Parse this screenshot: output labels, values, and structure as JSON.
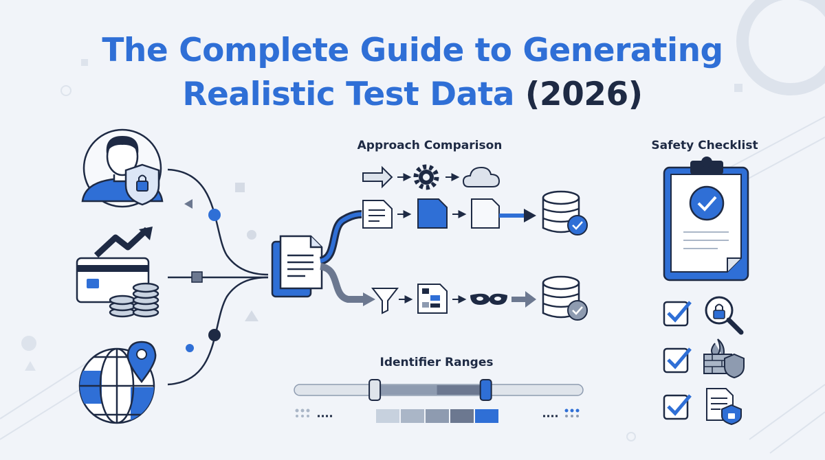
{
  "title": {
    "line1": "The Complete Guide to Generating",
    "line2_main": "Realistic Test Data",
    "line2_year": "(2026)"
  },
  "sections": {
    "approach_comparison": "Approach Comparison",
    "safety_checklist": "Safety Checklist",
    "identifier_ranges": "Identifier Ranges"
  },
  "sources": [
    {
      "icon": "user-shield-icon"
    },
    {
      "icon": "payment-card-growth-icon"
    },
    {
      "icon": "globe-location-icon"
    }
  ],
  "approach_rows": [
    {
      "steps": [
        "arrow-icon",
        "gear-icon",
        "cloud-icon"
      ]
    },
    {
      "steps": [
        "document-icon",
        "filled-document-icon",
        "light-document-icon",
        "database-check-icon"
      ]
    },
    {
      "steps": [
        "funnel-icon",
        "grid-document-icon",
        "mask-icon",
        "database-check-icon"
      ]
    }
  ],
  "checklist": [
    {
      "checked": true,
      "icon": "magnifier-lock-icon"
    },
    {
      "checked": true,
      "icon": "firewall-shield-icon"
    },
    {
      "checked": true,
      "icon": "document-lock-icon"
    }
  ],
  "ranges": {
    "low": 0.27,
    "high": 0.67,
    "legend_swatches": [
      "#c7d1de",
      "#aab6c7",
      "#8e9bb0",
      "#6c7890",
      "#2f6fd6"
    ]
  },
  "colors": {
    "accent": "#2f6fd6",
    "dark": "#1e2a44",
    "background": "#f1f4f9"
  }
}
